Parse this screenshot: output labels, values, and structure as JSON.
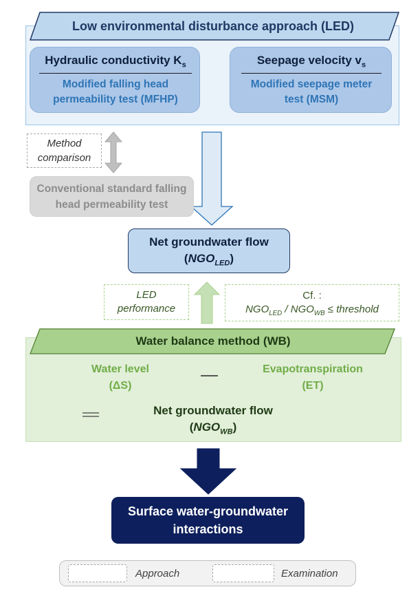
{
  "led": {
    "title": "Low environmental disturbance approach (LED)",
    "hydraulic": {
      "title": "Hydraulic conductivity K",
      "sub": "s",
      "line1": "Modified falling head",
      "line2": "permeability test (MFHP)"
    },
    "seepage": {
      "title": "Seepage velocity v",
      "sub": "s",
      "line1": "Modified seepage meter",
      "line2": "test (MSM)"
    }
  },
  "comparison": {
    "line1": "Method",
    "line2": "comparison"
  },
  "conventional": {
    "line1": "Conventional standard falling",
    "line2": "head permeability test"
  },
  "ngo_led": {
    "line1": "Net groundwater flow",
    "open": "(",
    "ngo": "NGO",
    "sub": "LED",
    "close": ")"
  },
  "performance": {
    "line1": "LED",
    "line2": "performance"
  },
  "cf": {
    "line1": "Cf. :",
    "ngo1": "NGO",
    "sub1": "LED",
    "slash": " / ",
    "ngo2": "NGO",
    "sub2": "WB",
    "tail": " ≤ threshold"
  },
  "wb": {
    "title": "Water balance method (WB)",
    "water_level": {
      "line1": "Water level",
      "line2": "(ΔS)"
    },
    "evap": {
      "line1": "Evapotranspiration",
      "line2": "(ET)"
    },
    "net": {
      "line1": "Net groundwater flow",
      "open": "(",
      "ngo": "NGO",
      "sub": "WB",
      "close": ")"
    }
  },
  "final": {
    "line1": "Surface water-groundwater",
    "line2": "interactions"
  },
  "legend": {
    "approach": "Approach",
    "examination": "Examination"
  },
  "colors": {
    "led_fill": "#eaf2fa",
    "wb_fill": "#e2efd9",
    "final_fill": "#0d1f5c",
    "arrow_dark": "#0d1f5c"
  }
}
